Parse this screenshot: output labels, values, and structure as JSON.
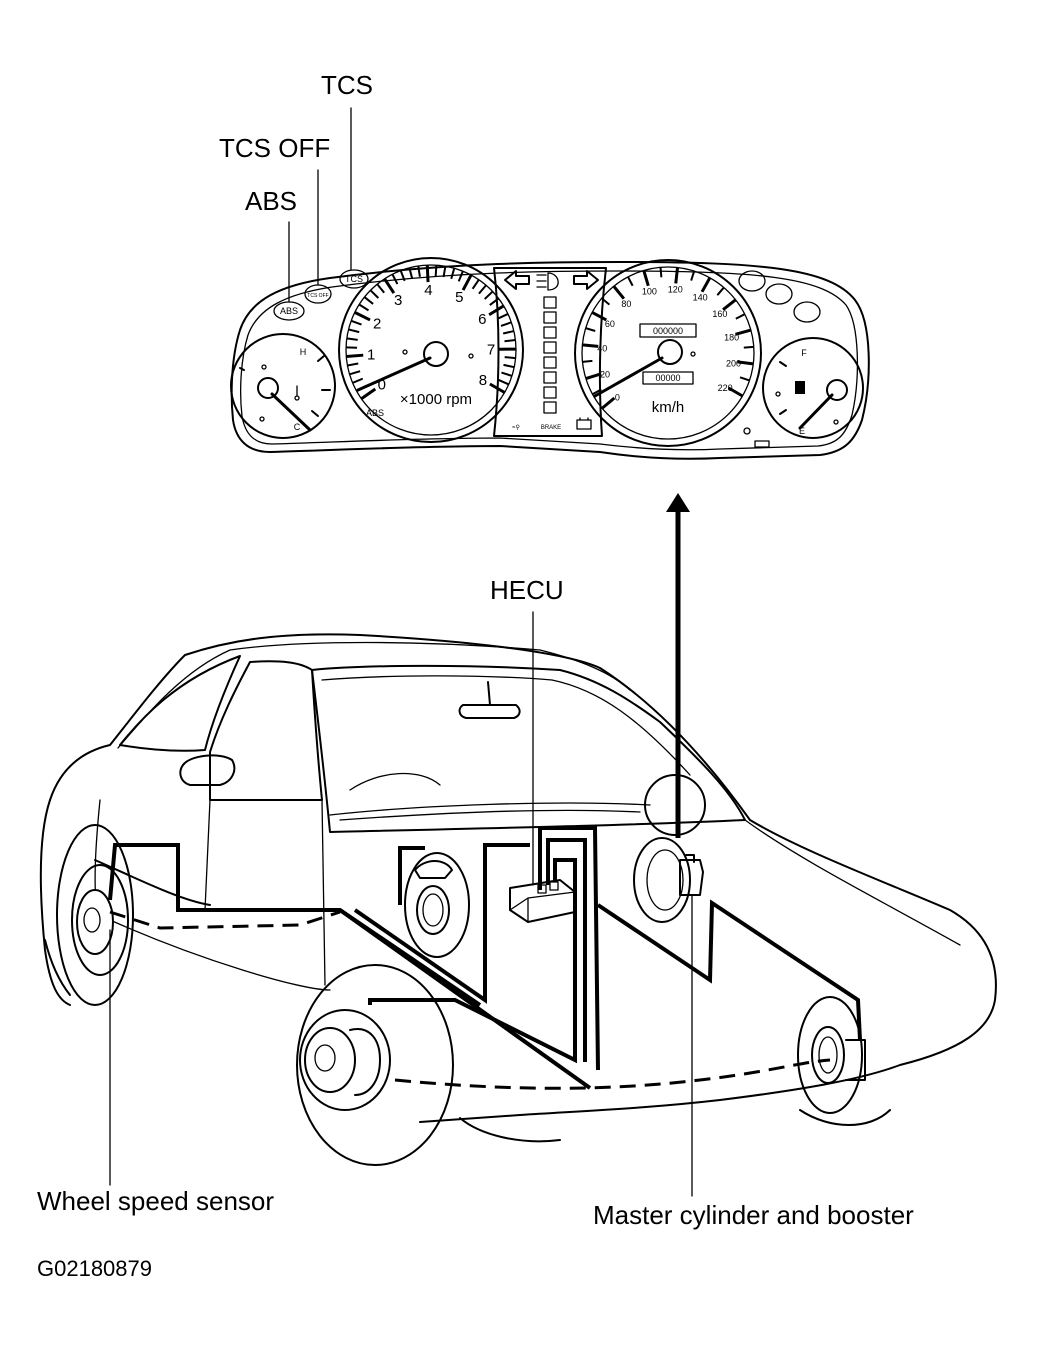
{
  "labels": {
    "tcs": "TCS",
    "tcs_off": "TCS OFF",
    "abs": "ABS",
    "hecu": "HECU",
    "wheel_speed_sensor": "Wheel speed sensor",
    "master_cylinder": "Master cylinder and booster",
    "figure_code": "G02180879"
  },
  "cluster": {
    "lamp_abs": "ABS",
    "lamp_tcs_off": "TCS OFF",
    "lamp_tcs": "TCS",
    "tach_unit": "×1000 rpm",
    "tach_ticks": [
      "0",
      "1",
      "2",
      "3",
      "4",
      "5",
      "6",
      "7",
      "8"
    ],
    "speed_unit": "km/h",
    "speed_ticks": [
      "0",
      "20",
      "40",
      "60",
      "80",
      "100",
      "120",
      "140",
      "160",
      "180",
      "200",
      "220"
    ],
    "odometer": "000000",
    "tripmeter": "00000",
    "temp_h": "H",
    "temp_c": "C",
    "fuel_f": "F",
    "fuel_e": "E",
    "brake": "BRAKE"
  },
  "icons": [
    "turn-left-icon",
    "headlamp-icon",
    "turn-right-icon",
    "fuel-pump-icon",
    "thermometer-icon",
    "battery-icon"
  ]
}
